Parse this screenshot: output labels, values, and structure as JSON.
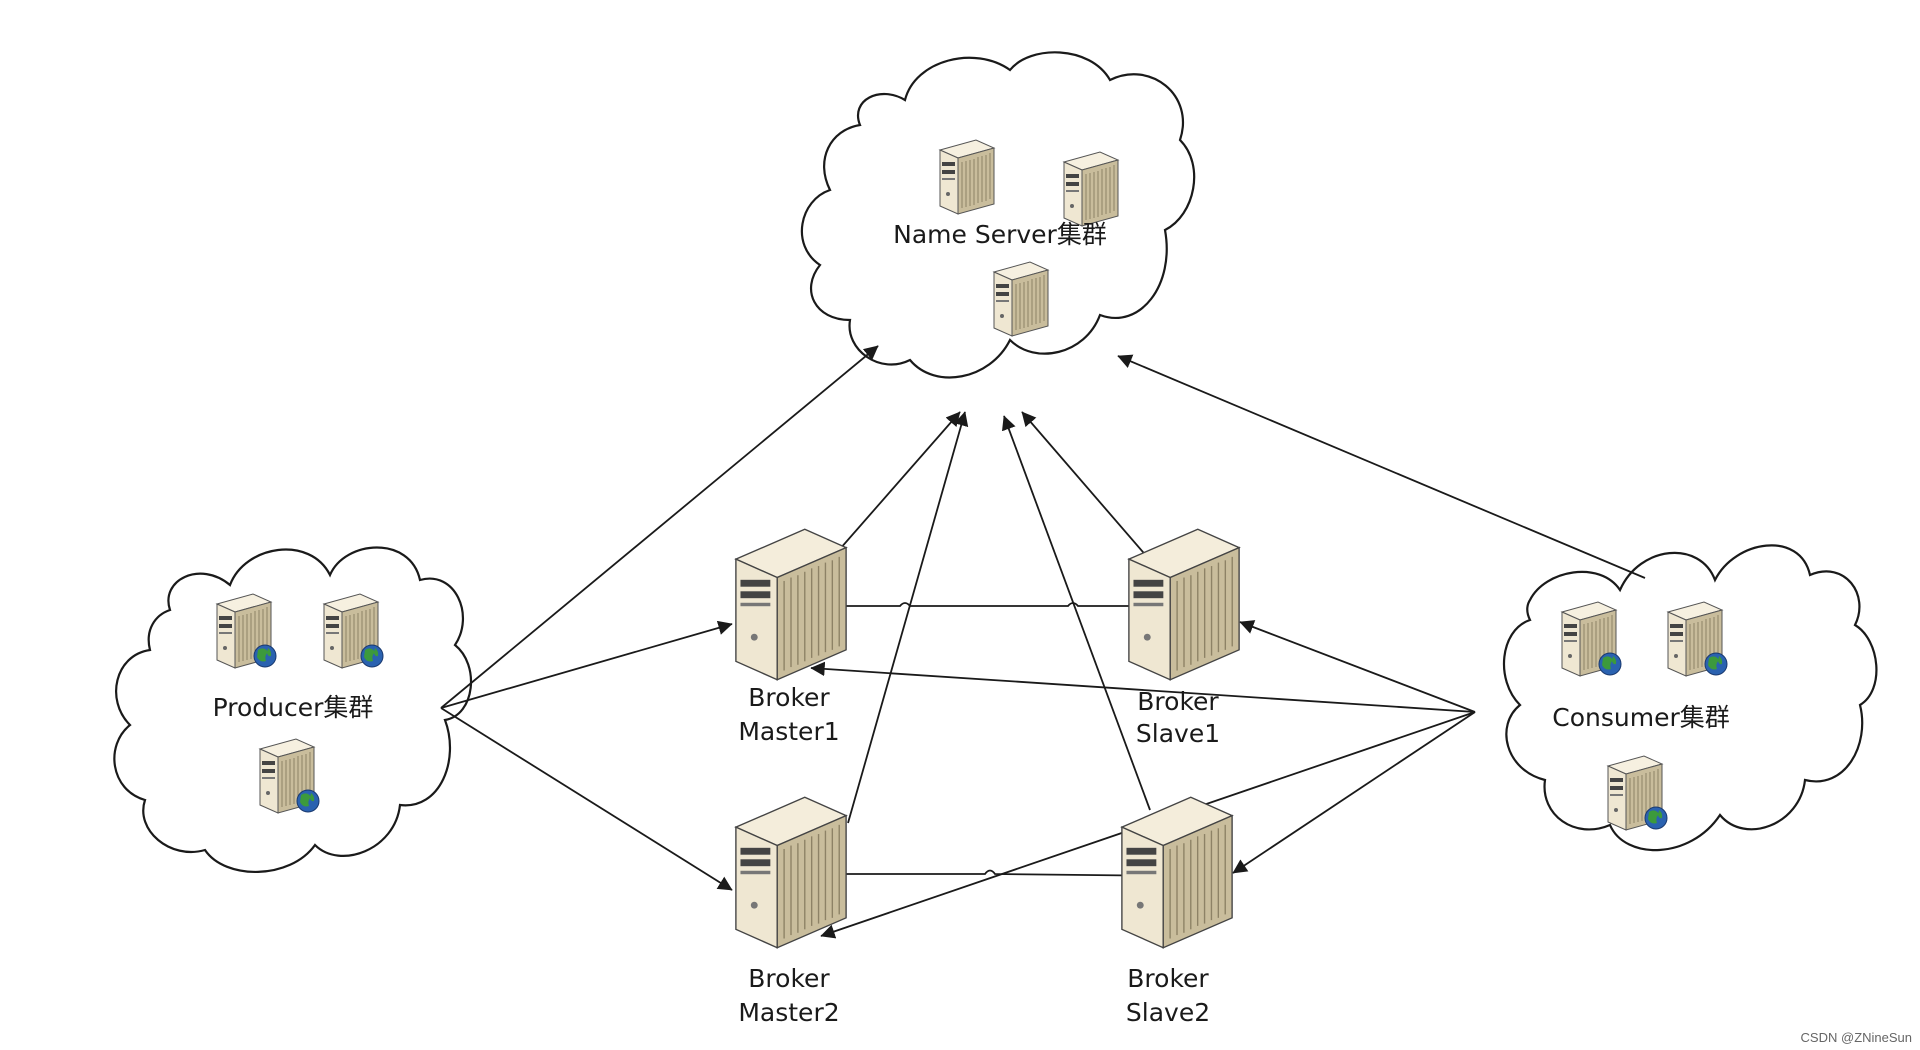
{
  "diagram": {
    "clouds": {
      "nameserver": "Name Server集群",
      "producer": "Producer集群",
      "consumer": "Consumer集群"
    },
    "brokers": {
      "master1": [
        "Broker",
        "Master1"
      ],
      "slave1": [
        "Broker",
        "Slave1"
      ],
      "master2": [
        "Broker",
        "Master2"
      ],
      "slave2": [
        "Broker",
        "Slave2"
      ]
    },
    "watermark": "CSDN @ZNineSun",
    "colors": {
      "line": "#1a1a1a",
      "server_body": "#efe7d2",
      "server_shade": "#b9ad8e",
      "globe": "#2a62b0"
    },
    "icons": {
      "small_server": "server-icon",
      "client_server": "server-globe-icon",
      "broker": "tower-server-icon"
    }
  }
}
